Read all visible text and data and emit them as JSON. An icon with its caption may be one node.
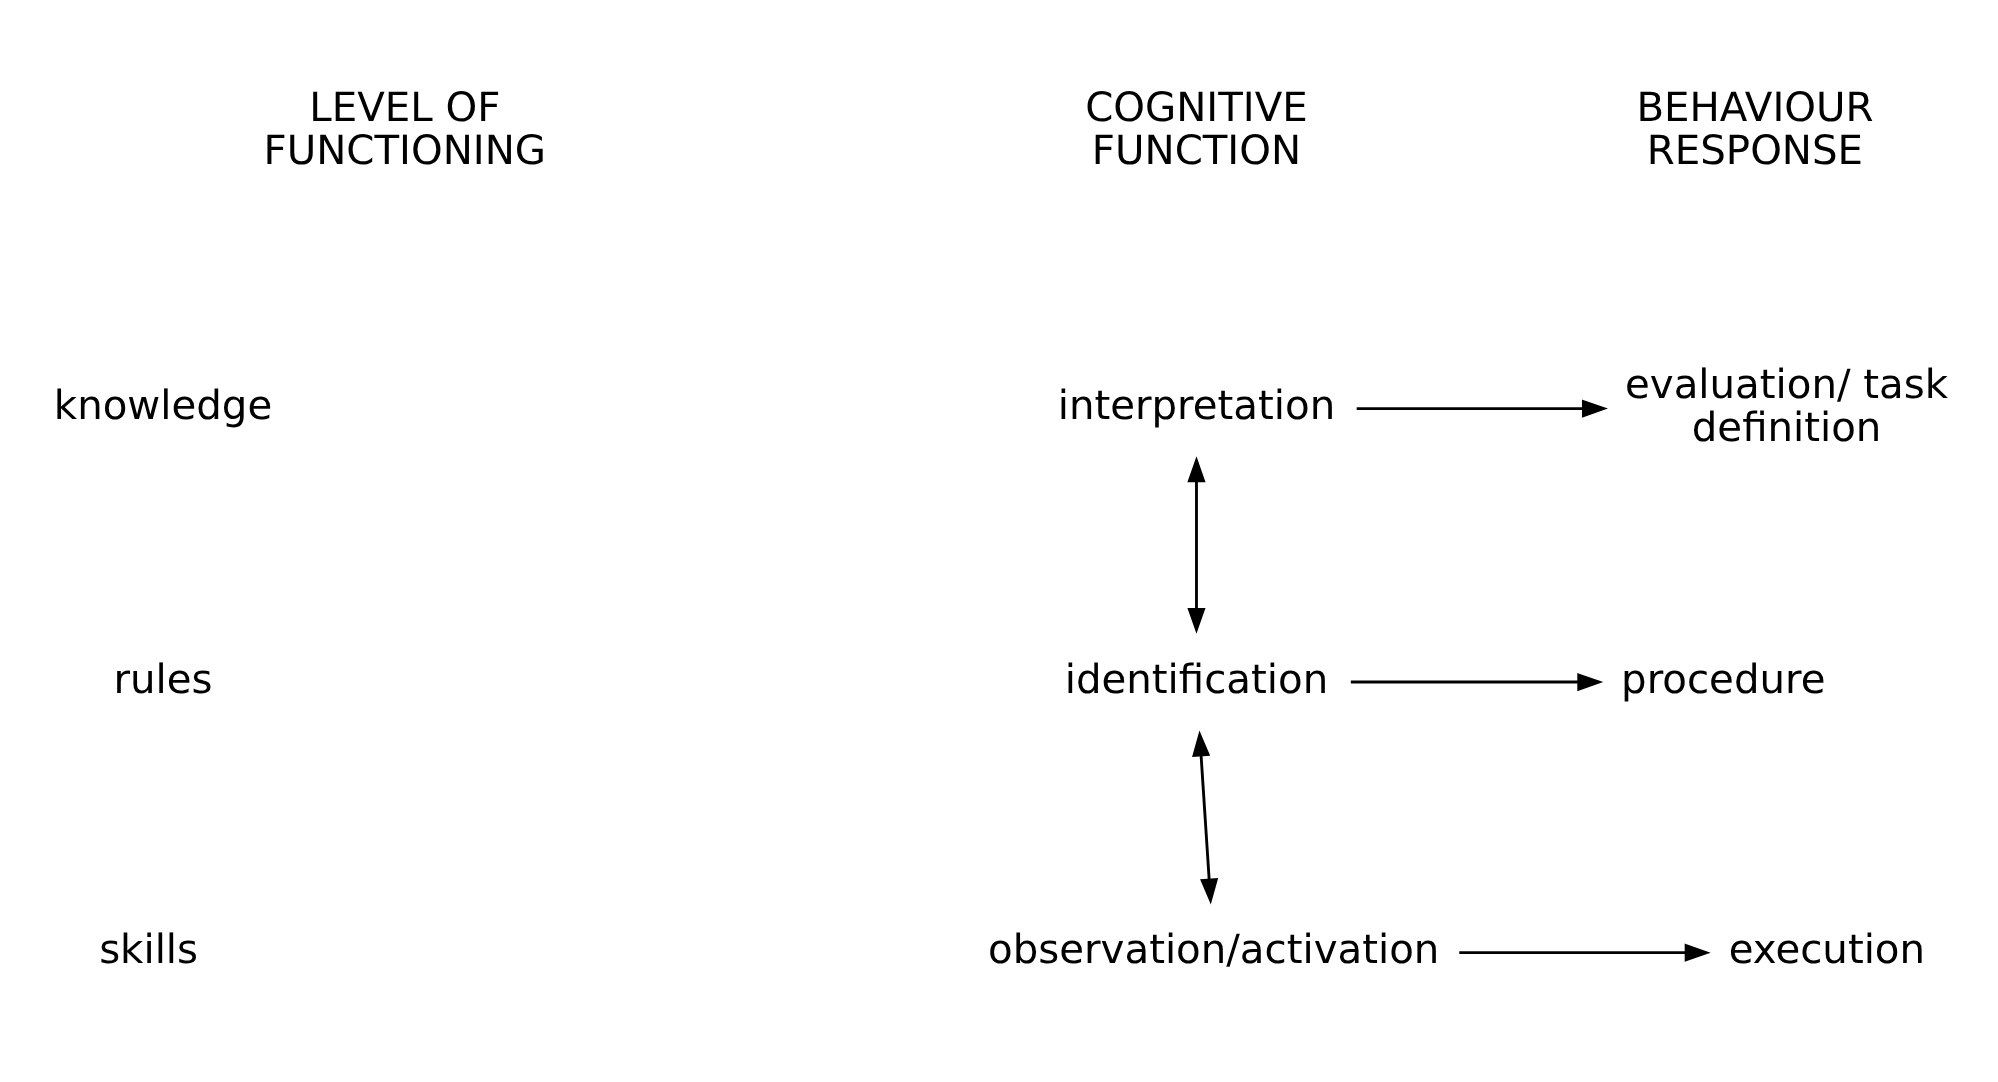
{
  "diagram": {
    "nodes": [
      {
        "text": [
          "interpretation"
        ]
      },
      {
        "text": [
          "evaluation/ task definition"
        ]
      },
      {
        "text": [
          "identification"
        ]
      },
      {
        "text": [
          "procedure"
        ]
      },
      {
        "text": [
          "observation/activation"
        ]
      },
      {
        "text": [
          "execution"
        ]
      }
    ],
    "edges": [
      {
        "from": 0,
        "to": 1,
        "arrow": "to"
      },
      {
        "from": 0,
        "to": 2,
        "arrow": "both"
      },
      {
        "from": 2,
        "to": 3,
        "arrow": "to"
      },
      {
        "from": 2,
        "to": 4,
        "arrow": "both"
      },
      {
        "from": 4,
        "to": 5,
        "arrow": "to"
      }
    ],
    "labels": [
      "LEVEL OF FUNCTIONING",
      "COGNITIVE FUNCTION",
      "BEHAVIOUR RESPONSE",
      "knowledge",
      "rules",
      "skills"
    ]
  }
}
